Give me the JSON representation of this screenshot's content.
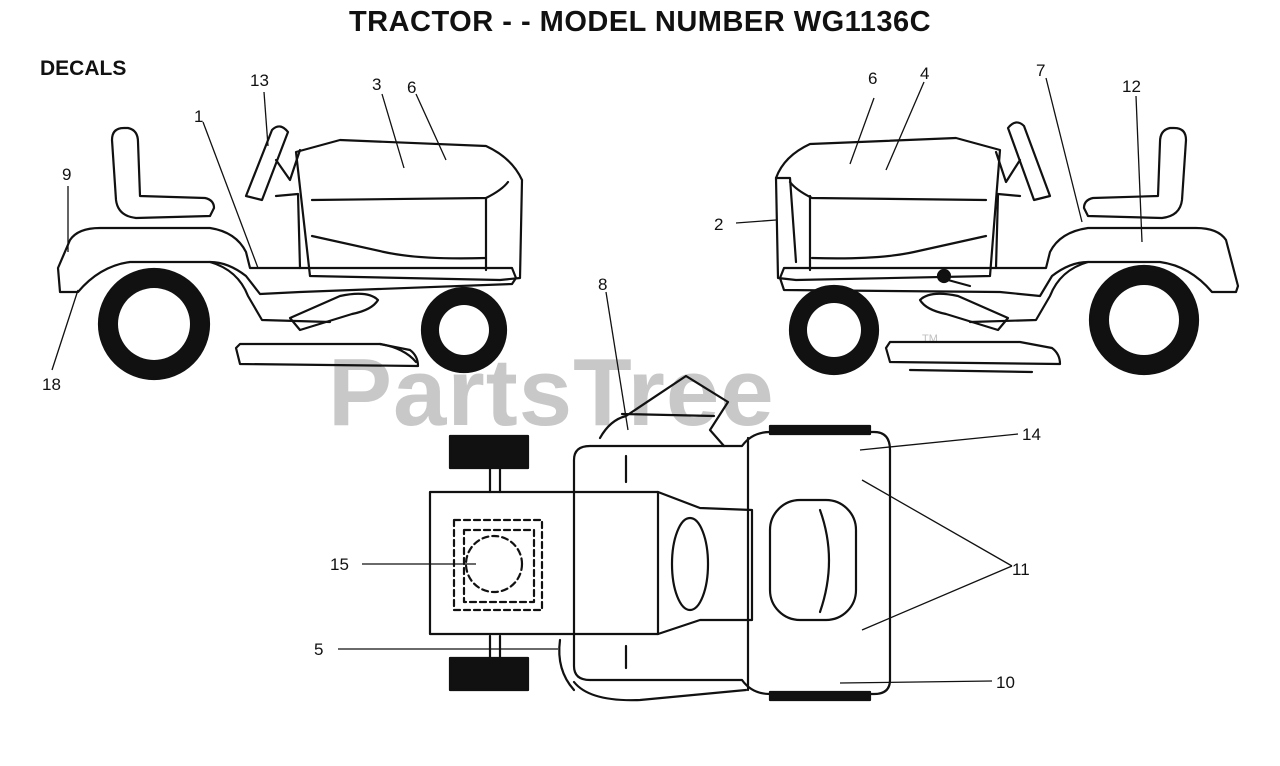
{
  "title": "TRACTOR - - MODEL NUMBER  WG1136C",
  "section_label": "DECALS",
  "watermark": "PartsTree",
  "watermark_tm": "TM",
  "callouts": {
    "c1": "1",
    "c2": "2",
    "c3": "3",
    "c4": "4",
    "c5": "5",
    "c6a": "6",
    "c6b": "6",
    "c7": "7",
    "c8": "8",
    "c9": "9",
    "c10": "10",
    "c11": "11",
    "c12": "12",
    "c13": "13",
    "c14": "14",
    "c15": "15",
    "c18": "18"
  }
}
